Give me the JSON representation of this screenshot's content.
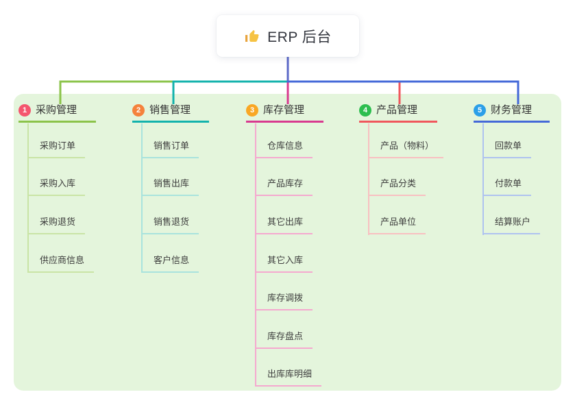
{
  "root": {
    "label": "ERP 后台",
    "icon": "thumbs-up-icon",
    "stem_color": "#5B68C8"
  },
  "panel": {
    "background": "#E4F5DC"
  },
  "branches": [
    {
      "number": "1",
      "label": "采购管理",
      "color": "#8BC34A",
      "light_color": "#C9E4A5",
      "badge_color": "#F4566E",
      "children": [
        "采购订单",
        "采购入库",
        "采购退货",
        "供应商信息"
      ]
    },
    {
      "number": "2",
      "label": "销售管理",
      "color": "#12B2AC",
      "light_color": "#A8E3DD",
      "badge_color": "#F5823C",
      "children": [
        "销售订单",
        "销售出库",
        "销售退货",
        "客户信息"
      ]
    },
    {
      "number": "3",
      "label": "库存管理",
      "color": "#D8398F",
      "light_color": "#F5A8CF",
      "badge_color": "#F9A724",
      "children": [
        "仓库信息",
        "产品库存",
        "其它出库",
        "其它入库",
        "库存调拨",
        "库存盘点",
        "出库库明细"
      ]
    },
    {
      "number": "4",
      "label": "产品管理",
      "color": "#F0565C",
      "light_color": "#F9BFC1",
      "badge_color": "#2DBE4F",
      "children": [
        "产品（物料）",
        "产品分类",
        "产品单位"
      ]
    },
    {
      "number": "5",
      "label": "财务管理",
      "color": "#4468D8",
      "light_color": "#AEC2F0",
      "badge_color": "#2B9FE8",
      "children": [
        "回款单",
        "付款单",
        "结算账户"
      ]
    }
  ]
}
